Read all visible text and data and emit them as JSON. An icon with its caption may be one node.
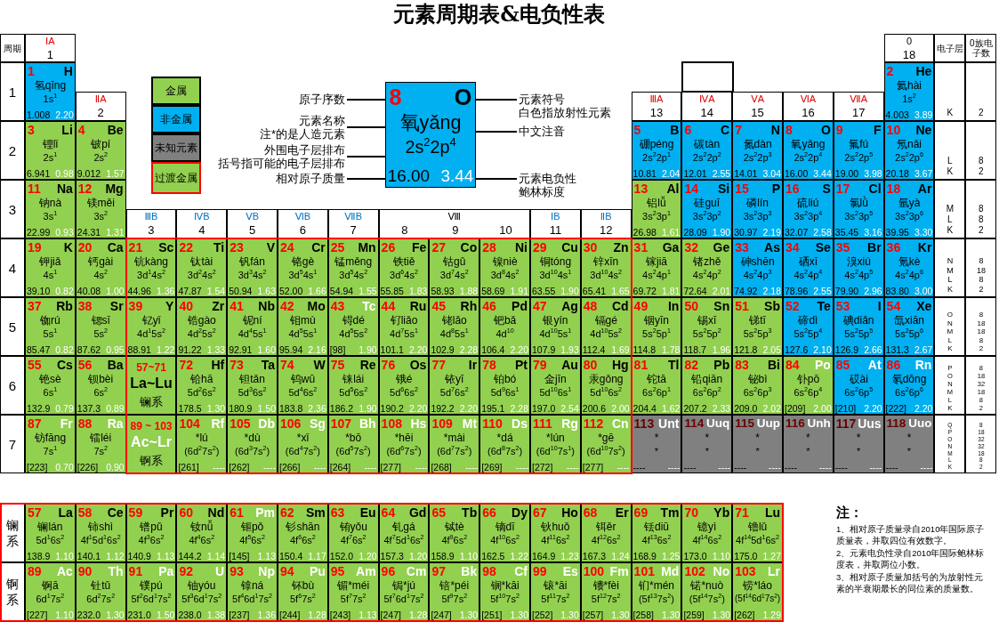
{
  "diagram": {
    "title": "元素周期表&电负性表",
    "nodes": [
      {
        "text": [
          "1",
          "H",
          "氢qīng",
          "1s$^{1}$",
          "1.008",
          "2.20"
        ]
      },
      {
        "text": [
          "2",
          "He",
          "氦hài",
          "1s$^{2}$",
          "4.003",
          "3.89"
        ]
      },
      {
        "text": [
          "3",
          "Li",
          "锂lǐ",
          "2s$^{1}$",
          "6.941",
          "0.98"
        ]
      },
      {
        "text": [
          "4",
          "Be",
          "铍pí",
          "2s$^{2}$",
          "9.012",
          "1.57"
        ]
      },
      {
        "text": [
          "5",
          "B",
          "硼péng",
          "2s$^{2}$2p$^{1}$",
          "10.81",
          "2.04"
        ]
      },
      {
        "text": [
          "6",
          "C",
          "碳tàn",
          "2s$^{2}$2p$^{2}$",
          "12.01",
          "2.55"
        ]
      },
      {
        "text": [
          "7",
          "N",
          "氮dàn",
          "2s$^{2}$2p$^{3}$",
          "14.01",
          "3.04"
        ]
      },
      {
        "text": [
          "8",
          "O",
          "氧yǎng",
          "2s$^{2}$2p$^{4}$",
          "16.00",
          "3.44"
        ]
      },
      {
        "text": [
          "9",
          "F",
          "氟fú",
          "2s$^{2}$2p$^{5}$",
          "19.00",
          "3.98"
        ]
      },
      {
        "text": [
          "10",
          "Ne",
          "氖nǎi",
          "2s$^{2}$2p$^{6}$",
          "20.18",
          "3.67"
        ]
      },
      {
        "text": [
          "11",
          "Na",
          "钠nà",
          "3s$^{1}$",
          "22.99",
          "0.93"
        ]
      },
      {
        "text": [
          "12",
          "Mg",
          "镁měi",
          "3s$^{2}$",
          "24.31",
          "1.31"
        ]
      },
      {
        "text": [
          "13",
          "Al",
          "铝lǚ",
          "3s$^{2}$3p$^{1}$",
          "26.98",
          "1.61"
        ]
      },
      {
        "text": [
          "14",
          "Si",
          "硅guī",
          "3s$^{2}$3p$^{2}$",
          "28.09",
          "1.90"
        ]
      },
      {
        "text": [
          "15",
          "P",
          "磷lín",
          "3s$^{2}$3p$^{3}$",
          "30.97",
          "2.19"
        ]
      },
      {
        "text": [
          "16",
          "S",
          "硫liú",
          "3s$^{2}$3p$^{4}$",
          "32.07",
          "2.58"
        ]
      },
      {
        "text": [
          "17",
          "Cl",
          "氯lǜ",
          "3s$^{2}$3p$^{5}$",
          "35.45",
          "3.16"
        ]
      },
      {
        "text": [
          "18",
          "Ar",
          "氩yà",
          "3s$^{2}$3p$^{6}$",
          "39.95",
          "3.30"
        ]
      },
      {
        "text": [
          "19",
          "K",
          "钾jiǎ",
          "4s$^{1}$",
          "39.10",
          "0.82"
        ]
      },
      {
        "text": [
          "20",
          "Ca",
          "钙gài",
          "4s$^{2}$",
          "40.08",
          "1.00"
        ]
      },
      {
        "text": [
          "21",
          "Sc",
          "钪kàng",
          "3d$^{1}$4s$^{2}$",
          "44.96",
          "1.36"
        ]
      },
      {
        "text": [
          "22",
          "Ti",
          "钛tài",
          "3d$^{2}$4s$^{2}$",
          "47.87",
          "1.54"
        ]
      },
      {
        "text": [
          "23",
          "V",
          "钒fán",
          "3d$^{3}$4s$^{2}$",
          "50.94",
          "1.63"
        ]
      },
      {
        "text": [
          "24",
          "Cr",
          "铬gè",
          "3d$^{5}$4s$^{1}$",
          "52.00",
          "1.66"
        ]
      },
      {
        "text": [
          "25",
          "Mn",
          "锰měng",
          "3d$^{5}$4s$^{2}$",
          "54.94",
          "1.55"
        ]
      },
      {
        "text": [
          "26",
          "Fe",
          "铁tiě",
          "3d$^{6}$4s$^{2}$",
          "55.85",
          "1.83"
        ]
      },
      {
        "text": [
          "27",
          "Co",
          "钴gǔ",
          "3d$^{7}$4s$^{2}$",
          "58.93",
          "1.88"
        ]
      },
      {
        "text": [
          "28",
          "Ni",
          "镍niè",
          "3d$^{8}$4s$^{2}$",
          "58.69",
          "1.91"
        ]
      },
      {
        "text": [
          "29",
          "Cu",
          "铜tóng",
          "3d$^{10}$4s$^{1}$",
          "63.55",
          "1.90"
        ]
      },
      {
        "text": [
          "30",
          "Zn",
          "锌xīn",
          "3d$^{10}$4s$^{2}$",
          "65.41",
          "1.65"
        ]
      },
      {
        "text": [
          "31",
          "Ga",
          "镓jiā",
          "4s$^{2}$4p$^{1}$",
          "69.72",
          "1.81"
        ]
      },
      {
        "text": [
          "32",
          "Ge",
          "锗zhě",
          "4s$^{2}$4p$^{2}$",
          "72.64",
          "2.01"
        ]
      },
      {
        "text": [
          "33",
          "As",
          "砷shēn",
          "4s$^{2}$4p$^{3}$",
          "74.92",
          "2.18"
        ]
      },
      {
        "text": [
          "34",
          "Se",
          "硒xī",
          "4s$^{2}$4p$^{4}$",
          "78.96",
          "2.55"
        ]
      },
      {
        "text": [
          "35",
          "Br",
          "溴xiù",
          "4s$^{2}$4p$^{5}$",
          "79.90",
          "2.96"
        ]
      },
      {
        "text": [
          "36",
          "Kr",
          "氪kè",
          "4s$^{2}$4p$^{6}$",
          "83.80",
          "3.00"
        ]
      },
      {
        "text": [
          "37",
          "Rb",
          "铷rú",
          "5s$^{1}$",
          "85.47",
          "0.82"
        ]
      },
      {
        "text": [
          "38",
          "Sr",
          "锶sī",
          "5s$^{2}$",
          "87.62",
          "0.95"
        ]
      },
      {
        "text": [
          "39",
          "Y",
          "钇yǐ",
          "4d$^{1}$5s$^{2}$",
          "88.91",
          "1.22"
        ]
      },
      {
        "text": [
          "40",
          "Zr",
          "锆gào",
          "4d$^{2}$5s$^{2}$",
          "91.22",
          "1.33"
        ]
      },
      {
        "text": [
          "41",
          "Nb",
          "铌ní",
          "4d$^{4}$5s$^{1}$",
          "92.91",
          "1.60"
        ]
      },
      {
        "text": [
          "42",
          "Mo",
          "钼mù",
          "4d$^{5}$5s$^{1}$",
          "95.94",
          "2.16"
        ]
      },
      {
        "text": [
          "43",
          "Tc",
          "锝dé",
          "4d$^{5}$5s$^{2}$",
          "[98]",
          "1.90"
        ]
      },
      {
        "text": [
          "44",
          "Ru",
          "钌liǎo",
          "4d$^{7}$5s$^{1}$",
          "101.1",
          "2.20"
        ]
      },
      {
        "text": [
          "45",
          "Rh",
          "铑lǎo",
          "4d$^{8}$5s$^{1}$",
          "102.9",
          "2.28"
        ]
      },
      {
        "text": [
          "46",
          "Pd",
          "钯bǎ",
          "4d$^{10}$",
          "106.4",
          "2.20"
        ]
      },
      {
        "text": [
          "47",
          "Ag",
          "银yín",
          "4d$^{10}$5s$^{1}$",
          "107.9",
          "1.93"
        ]
      },
      {
        "text": [
          "48",
          "Cd",
          "镉gé",
          "4d$^{10}$5s$^{2}$",
          "112.4",
          "1.69"
        ]
      },
      {
        "text": [
          "49",
          "In",
          "铟yīn",
          "5s$^{2}$5p$^{1}$",
          "114.8",
          "1.78"
        ]
      },
      {
        "text": [
          "50",
          "Sn",
          "锡xī",
          "5s$^{2}$5p$^{2}$",
          "118.7",
          "1.96"
        ]
      },
      {
        "text": [
          "51",
          "Sb",
          "锑tī",
          "5s$^{2}$5p$^{3}$",
          "121.8",
          "2.05"
        ]
      },
      {
        "text": [
          "52",
          "Te",
          "碲dì",
          "5s$^{2}$5p$^{4}$",
          "127.6",
          "2.10"
        ]
      },
      {
        "text": [
          "53",
          "I",
          "碘diǎn",
          "5s$^{2}$5p$^{5}$",
          "126.9",
          "2.66"
        ]
      },
      {
        "text": [
          "54",
          "Xe",
          "氙xiān",
          "5s$^{2}$5p$^{6}$",
          "131.3",
          "2.67"
        ]
      },
      {
        "text": [
          "55",
          "Cs",
          "铯sè",
          "6s$^{1}$",
          "132.9",
          "0.79"
        ]
      },
      {
        "text": [
          "56",
          "Ba",
          "钡bèi",
          "6s$^{2}$",
          "137.3",
          "0.89"
        ]
      },
      {
        "text": [
          "57~71",
          "La~Lu",
          "镧系"
        ]
      },
      {
        "text": [
          "72",
          "Hf",
          "铪hā",
          "5d$^{2}$6s$^{2}$",
          "178.5",
          "1.30"
        ]
      },
      {
        "text": [
          "73",
          "Ta",
          "钽tǎn",
          "5d$^{3}$6s$^{2}$",
          "180.9",
          "1.50"
        ]
      },
      {
        "text": [
          "74",
          "W",
          "钨wū",
          "5d$^{4}$6s$^{2}$",
          "183.8",
          "2.36"
        ]
      },
      {
        "text": [
          "75",
          "Re",
          "铼lái",
          "5d$^{5}$6s$^{2}$",
          "186.2",
          "1.90"
        ]
      },
      {
        "text": [
          "76",
          "Os",
          "锇é",
          "5d$^{6}$6s$^{2}$",
          "190.2",
          "2.20"
        ]
      },
      {
        "text": [
          "77",
          "Ir",
          "铱yī",
          "5d$^{7}$6s$^{2}$",
          "192.2",
          "2.20"
        ]
      },
      {
        "text": [
          "78",
          "Pt",
          "铂bó",
          "5d$^{9}$6s$^{1}$",
          "195.1",
          "2.28"
        ]
      },
      {
        "text": [
          "79",
          "Au",
          "金jīn",
          "5d$^{10}$6s$^{1}$",
          "197.0",
          "2.54"
        ]
      },
      {
        "text": [
          "80",
          "Hg",
          "汞gǒng",
          "5d$^{10}$6s$^{2}$",
          "200.6",
          "2.00"
        ]
      },
      {
        "text": [
          "81",
          "Tl",
          "铊tā",
          "6s$^{2}$6p$^{1}$",
          "204.4",
          "1.62"
        ]
      },
      {
        "text": [
          "82",
          "Pb",
          "铅qiān",
          "6s$^{2}$6p$^{2}$",
          "207.2",
          "2.33"
        ]
      },
      {
        "text": [
          "83",
          "Bi",
          "铋bì",
          "6s$^{2}$6p$^{3}$",
          "209.0",
          "2.02"
        ]
      },
      {
        "text": [
          "84",
          "Po",
          "钋pō",
          "6s$^{2}$6p$^{4}$",
          "[209]",
          "2.00"
        ]
      },
      {
        "text": [
          "85",
          "At",
          "砹ài",
          "6s$^{2}$6p$^{5}$",
          "[210]",
          "2.20"
        ]
      },
      {
        "text": [
          "86",
          "Rn",
          "氡dōng",
          "6s$^{2}$6p$^{6}$",
          "[222]",
          "2.20"
        ]
      },
      {
        "text": [
          "87",
          "Fr",
          "钫fāng",
          "7s$^{1}$",
          "[223]",
          "0.70"
        ]
      },
      {
        "text": [
          "88",
          "Ra",
          "镭léi",
          "7s$^{2}$",
          "[226]",
          "0.90"
        ]
      },
      {
        "text": [
          "89 ~ 103",
          "Ac~Lr",
          "锕系"
        ]
      },
      {
        "text": [
          "104",
          "Rf",
          "*lú",
          "(6d$^{2}$7s$^{2}$)",
          "[261]",
          "----"
        ]
      },
      {
        "text": [
          "105",
          "Db",
          "*dù",
          "(6d$^{3}$7s$^{2}$)",
          "[262]",
          "----"
        ]
      },
      {
        "text": [
          "106",
          "Sg",
          "*xǐ",
          "(6d$^{4}$7s$^{2}$)",
          "[266]",
          "----"
        ]
      },
      {
        "text": [
          "107",
          "Bh",
          "*bō",
          "(6d$^{5}$7s$^{2}$)",
          "[264]",
          "----"
        ]
      },
      {
        "text": [
          "108",
          "Hs",
          "*hēi",
          "(6d$^{6}$7s$^{2}$)",
          "[277]",
          "----"
        ]
      },
      {
        "text": [
          "109",
          "Mt",
          "*mài",
          "(6d$^{7}$7s$^{2}$)",
          "[268]",
          "----"
        ]
      },
      {
        "text": [
          "110",
          "Ds",
          "*dá",
          "(6d$^{8}$7s$^{2}$)",
          "[269]",
          "----"
        ]
      },
      {
        "text": [
          "111",
          "Rg",
          "*lún",
          "(6d$^{10}$7s$^{1}$)",
          "[272]",
          "----"
        ]
      },
      {
        "text": [
          "112",
          "Cn",
          "*gē",
          "(6d$^{10}$7s$^{2}$)",
          "[277]",
          "----"
        ]
      },
      {
        "text": [
          "113",
          "Unt",
          "*",
          "*",
          "----",
          "----"
        ]
      },
      {
        "text": [
          "114",
          "Uuq",
          "*",
          "*",
          "----",
          "----"
        ]
      },
      {
        "text": [
          "115",
          "Uup",
          "*",
          "*",
          "----",
          "----"
        ]
      },
      {
        "text": [
          "116",
          "Unh",
          "*",
          "*",
          "----",
          "----"
        ]
      },
      {
        "text": [
          "117",
          "Uus",
          "*",
          "*",
          "----",
          "----"
        ]
      },
      {
        "text": [
          "118",
          "Uuo",
          "*",
          "*",
          "----",
          "----"
        ]
      },
      {
        "text": [
          "57",
          "La",
          "镧lán",
          "5d$^{1}$6s$^{2}$",
          "138.9",
          "1.10"
        ]
      },
      {
        "text": [
          "58",
          "Ce",
          "铈shì",
          "4f$^{1}$5d$^{1}$6s$^{2}$",
          "140.1",
          "1.12"
        ]
      },
      {
        "text": [
          "59",
          "Pr",
          "镨pǔ",
          "4f$^{3}$6s$^{2}$",
          "140.9",
          "1.13"
        ]
      },
      {
        "text": [
          "60",
          "Nd",
          "钕nǚ",
          "4f$^{4}$6s$^{2}$",
          "144.2",
          "1.14"
        ]
      },
      {
        "text": [
          "61",
          "Pm",
          "钷pǒ",
          "4f$^{5}$6s$^{2}$",
          "[145]",
          "1.13"
        ]
      },
      {
        "text": [
          "62",
          "Sm",
          "钐shān",
          "4f$^{6}$6s$^{2}$",
          "150.4",
          "1.17"
        ]
      },
      {
        "text": [
          "63",
          "Eu",
          "铕yǒu",
          "4f$^{7}$6s$^{2}$",
          "152.0",
          "1.20"
        ]
      },
      {
        "text": [
          "64",
          "Gd",
          "钆gá",
          "4f$^{7}$5d$^{1}$6s$^{2}$",
          "157.3",
          "1.20"
        ]
      },
      {
        "text": [
          "65",
          "Tb",
          "铽tè",
          "4f$^{9}$6s$^{2}$",
          "158.9",
          "1.10"
        ]
      },
      {
        "text": [
          "66",
          "Dy",
          "镝dī",
          "4f$^{10}$6s$^{2}$",
          "162.5",
          "1.22"
        ]
      },
      {
        "text": [
          "67",
          "Ho",
          "钬huǒ",
          "4f$^{11}$6s$^{2}$",
          "164.9",
          "1.23"
        ]
      },
      {
        "text": [
          "68",
          "Er",
          "铒ěr",
          "4f$^{12}$6s$^{2}$",
          "167.3",
          "1.24"
        ]
      },
      {
        "text": [
          "69",
          "Tm",
          "铥diū",
          "4f$^{13}$6s$^{2}$",
          "168.9",
          "1.25"
        ]
      },
      {
        "text": [
          "70",
          "Yb",
          "镱yì",
          "4f$^{14}$6s$^{2}$",
          "173.0",
          "1.10"
        ]
      },
      {
        "text": [
          "71",
          "Lu",
          "镥lǔ",
          "4f$^{14}$5d$^{1}$6s$^{2}$",
          "175.0",
          "1.27"
        ]
      },
      {
        "text": [
          "89",
          "Ac",
          "锕ā",
          "6d$^{1}$7s$^{2}$",
          "[227]",
          "1.10"
        ]
      },
      {
        "text": [
          "90",
          "Th",
          "钍tǔ",
          "6d$^{2}$7s$^{2}$",
          "232.0",
          "1.30"
        ]
      },
      {
        "text": [
          "91",
          "Pa",
          "镤pú",
          "5f$^{2}$6d$^{1}$7s$^{2}$",
          "231.0",
          "1.50"
        ]
      },
      {
        "text": [
          "92",
          "U",
          "铀yóu",
          "5f$^{3}$6d$^{1}$7s$^{2}$",
          "238.0",
          "1.38"
        ]
      },
      {
        "text": [
          "93",
          "Np",
          "镎ná",
          "5f$^{4}$6d$^{1}$7s$^{2}$",
          "[237]",
          "1.36"
        ]
      },
      {
        "text": [
          "94",
          "Pu",
          "钚bù",
          "5f$^{6}$7s$^{2}$",
          "[244]",
          "1.28"
        ]
      },
      {
        "text": [
          "95",
          "Am",
          "镅*méi",
          "5f$^{7}$7s$^{2}$",
          "[243]",
          "1.13"
        ]
      },
      {
        "text": [
          "96",
          "Cm",
          "锔*jú",
          "5f$^{7}$6d$^{1}$7s$^{2}$",
          "[247]",
          "1.28"
        ]
      },
      {
        "text": [
          "97",
          "Bk",
          "锫*péi",
          "5f$^{9}$7s$^{2}$",
          "[247]",
          "1.30"
        ]
      },
      {
        "text": [
          "98",
          "Cf",
          "锎*kāi",
          "5f$^{10}$7s$^{2}$",
          "[251]",
          "1.30"
        ]
      },
      {
        "text": [
          "99",
          "Es",
          "锿*āi",
          "5f$^{11}$7s$^{2}$",
          "[252]",
          "1.30"
        ]
      },
      {
        "text": [
          "100",
          "Fm",
          "镄*fèi",
          "5f$^{12}$7s$^{2}$",
          "[257]",
          "1.30"
        ]
      },
      {
        "text": [
          "101",
          "Md",
          "钔*mén",
          "(5f$^{13}$7s$^{2}$)",
          "[258]",
          "1.30"
        ]
      },
      {
        "text": [
          "102",
          "No",
          "锘*nuò",
          "(5f$^{14}$7s$^{2}$)",
          "[259]",
          "1.30"
        ]
      },
      {
        "text": [
          "103",
          "Lr",
          "铹*láo",
          "(5f$^{14}$6d$^{1}$7s$^{2}$)",
          "[262]",
          "1.29"
        ]
      },
      {
        "text": [
          "8",
          "O",
          "氧yǎng",
          "2s$^{2}$2p$^{4}$",
          "16.00",
          "3.44"
        ]
      },
      {
        "text": [
          "原子序数"
        ]
      },
      {
        "text": [
          "元素名称",
          "注*的是人造元素"
        ]
      },
      {
        "text": [
          "外围电子层排布",
          "括号指可能的电子层排布"
        ]
      },
      {
        "text": [
          "相对原子质量"
        ]
      },
      {
        "text": [
          "元素符号",
          "白色指放射性元素"
        ]
      },
      {
        "text": [
          "中文注音"
        ]
      },
      {
        "text": [
          "元素电负性",
          "鲍林标度"
        ]
      }
    ],
    "edges": [
      {
        "from": 121,
        "to": 120,
        "arrow": "none"
      },
      {
        "from": 122,
        "to": 120,
        "arrow": "none"
      },
      {
        "from": 123,
        "to": 120,
        "arrow": "none"
      },
      {
        "from": 124,
        "to": 120,
        "arrow": "none"
      },
      {
        "from": 125,
        "to": 120,
        "arrow": "none"
      },
      {
        "from": 126,
        "to": 120,
        "arrow": "none"
      },
      {
        "from": 127,
        "to": 120,
        "arrow": "none"
      }
    ],
    "labels": [
      "周期",
      "ⅠA",
      "1",
      "0",
      "18",
      "电子层",
      "0族电子数",
      "1",
      "ⅡA",
      "2",
      "ⅢA",
      "13",
      "ⅣA",
      "14",
      "ⅤA",
      "15",
      "ⅥA",
      "16",
      "ⅦA",
      "17",
      "K",
      "2",
      "2",
      "L K",
      "8 2",
      "3",
      "ⅢB",
      "3",
      "ⅣB",
      "4",
      "ⅤB",
      "5",
      "ⅥB",
      "6",
      "ⅦB",
      "7",
      "Ⅷ",
      "8",
      "9",
      "10",
      "ⅠB",
      "11",
      "ⅡB",
      "12",
      "M L K",
      "8 8 2",
      "4",
      "N M L K",
      "8 18 8 2",
      "5",
      "O N M L K",
      "8 18 18 8 2",
      "6",
      "P O N M L K",
      "8 18 32 18 8 2",
      "7",
      "Q P O N M L K",
      "8 18 32 32 18 8 2",
      "镧系",
      "锕系",
      "注：",
      "1、相对原子质量录自2010年国际原子质量表，并取四位有效数字。",
      "2、元素电负性录自2010年国际鲍林标度表，并取两位小数。",
      "3、相对原子质量加括号的为放射性元素的半衰期最长的同位素的质量数。"
    ],
    "legend": [
      {
        "text": "金属",
        "color": "#92d050"
      },
      {
        "text": "非金属",
        "color": "#00b0f0"
      },
      {
        "text": "未知元素",
        "color": "#808080"
      },
      {
        "text": "过渡金属",
        "color": "#92d050"
      }
    ]
  }
}
